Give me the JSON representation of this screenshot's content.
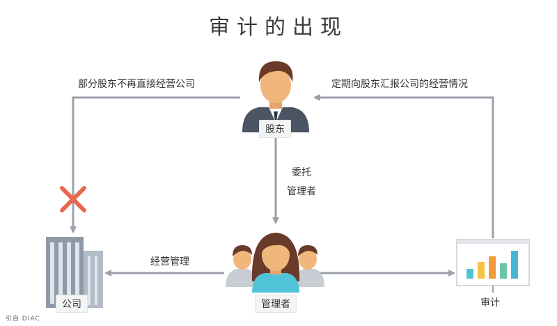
{
  "title": "审计的出现",
  "nodes": {
    "shareholder": "股东",
    "manager": "管理者",
    "company": "公司",
    "audit": "审计"
  },
  "edges": {
    "no_direct_management": "部分股东不再直接经营公司",
    "report_to_shareholders": "定期向股东汇报公司的经营情况",
    "entrust_line1": "委托",
    "entrust_line2": "管理者",
    "operate_manage": "经营管理"
  },
  "footer": "引自  DIAC",
  "colors": {
    "arrow": "#9ba1aa",
    "cross": "#e8674f",
    "chart_bars": [
      "#4fc3d8",
      "#f5c242",
      "#f29a3a",
      "#6cc4a6",
      "#49b5d6"
    ]
  }
}
